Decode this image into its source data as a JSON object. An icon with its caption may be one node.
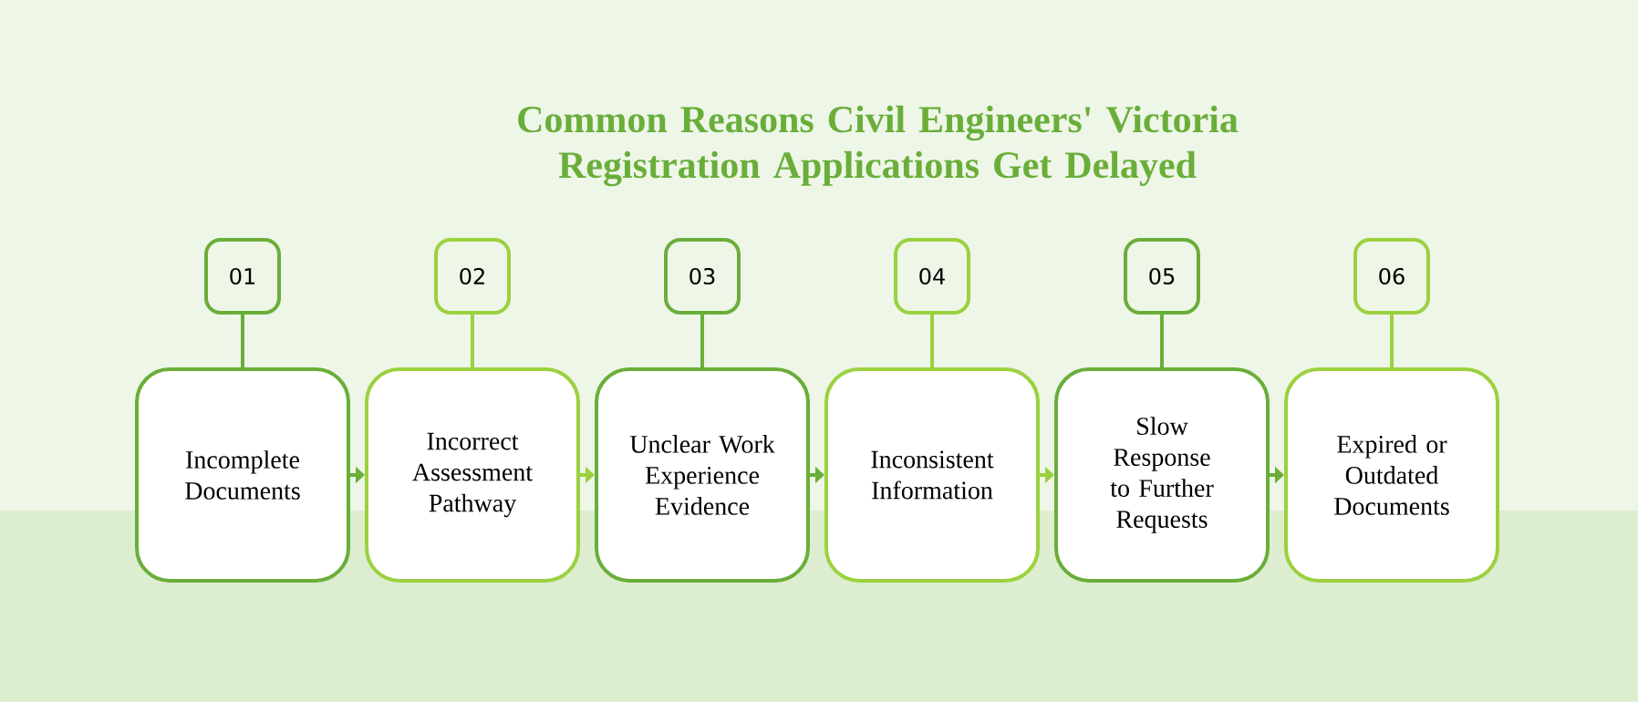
{
  "diagram": {
    "title": "Common Reasons Civil Engineers' Victoria Registration Applications Get Delayed",
    "nodes": [
      {
        "text": [
          "01"
        ]
      },
      {
        "text": [
          "02"
        ]
      },
      {
        "text": [
          "03"
        ]
      },
      {
        "text": [
          "04"
        ]
      },
      {
        "text": [
          "05"
        ]
      },
      {
        "text": [
          "06"
        ]
      },
      {
        "text": [
          "Incomplete Documents"
        ]
      },
      {
        "text": [
          "Incorrect Assessment Pathway"
        ]
      },
      {
        "text": [
          "Unclear Work Experience Evidence"
        ]
      },
      {
        "text": [
          "Inconsistent Information"
        ]
      },
      {
        "text": [
          "Slow Response to Further Requests"
        ]
      },
      {
        "text": [
          "Expired or Outdated Documents"
        ]
      }
    ],
    "edges": [
      {
        "from": 0,
        "to": 6,
        "arrow": "none"
      },
      {
        "from": 1,
        "to": 7,
        "arrow": "none"
      },
      {
        "from": 2,
        "to": 8,
        "arrow": "none"
      },
      {
        "from": 3,
        "to": 9,
        "arrow": "none"
      },
      {
        "from": 4,
        "to": 10,
        "arrow": "none"
      },
      {
        "from": 5,
        "to": 11,
        "arrow": "none"
      },
      {
        "from": 6,
        "to": 7,
        "arrow": "to"
      },
      {
        "from": 7,
        "to": 8,
        "arrow": "to"
      },
      {
        "from": 8,
        "to": 9,
        "arrow": "to"
      },
      {
        "from": 9,
        "to": 10,
        "arrow": "to"
      },
      {
        "from": 10,
        "to": 11,
        "arrow": "to"
      }
    ]
  }
}
